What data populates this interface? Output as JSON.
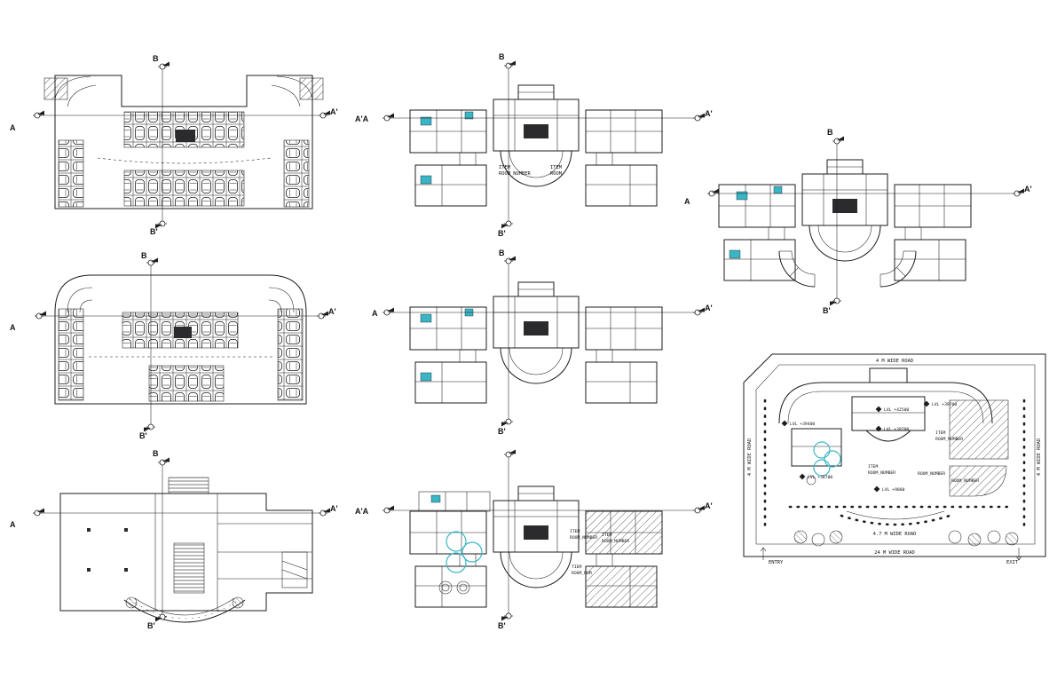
{
  "document": {
    "type": "architectural-cad-floor-plans",
    "background": "#ffffff",
    "line_color": "#1c1c1e",
    "accent_color": "#3ab5c5"
  },
  "plans": {
    "parking_upper": {
      "top": "B",
      "bottom": "B'",
      "left": "A",
      "right": "A'"
    },
    "typical_a": {
      "top": "B",
      "bottom": "B'",
      "left": "A'A",
      "right": "A'",
      "label_left_1": "ITEM",
      "label_left_2": "ROOM_NUMBER",
      "label_right_1": "ITEM",
      "label_right_2": "ROOM"
    },
    "typical_b": {
      "top": "B",
      "bottom": "B'",
      "left": "A",
      "right": "A'"
    },
    "parking_lower": {
      "top": "B",
      "bottom": "B'",
      "left": "A",
      "right": "A'"
    },
    "typical_c": {
      "top": "B",
      "bottom": "B'",
      "left": "A",
      "right": "A'"
    },
    "ground_left": {
      "top": "B",
      "bottom": "B'",
      "left": "A",
      "right": "A'"
    },
    "ground_middle": {
      "bottom": "B'",
      "left": "A'A",
      "right": "A'",
      "label_1a": "ITEM",
      "label_1b": "ROOM_NUMBER",
      "label_2a": "ITEM",
      "label_2b": "ROOM_NUMBER",
      "label_3a": "TIEM",
      "label_3b": "ROOM_NUM"
    }
  },
  "site": {
    "roads": {
      "top": "4 M WIDE ROAD",
      "left": "4 M WIDE ROAD",
      "right": "4 M WIDE ROAD",
      "inner": "4.7 M WIDE ROAD",
      "bottom": "24 M WIDE ROAD"
    },
    "entry_label": "ENTRY",
    "exit_label": "EXIT",
    "levels": {
      "l1": "LVL +39400",
      "l2": "LVL +42500",
      "l3": "LVL +39700",
      "l4": "LVL +39700",
      "l5": "LVL +38700",
      "l6": "LVL +9000"
    },
    "room_labels": {
      "r1a": "ITEM",
      "r1b": "ROOM_NUMBER",
      "r2": "ROOM_NUMBER",
      "r3a": "ITEM",
      "r3b": "ROOM_NUMBER",
      "r4": "ROOM_NUMBER"
    }
  }
}
